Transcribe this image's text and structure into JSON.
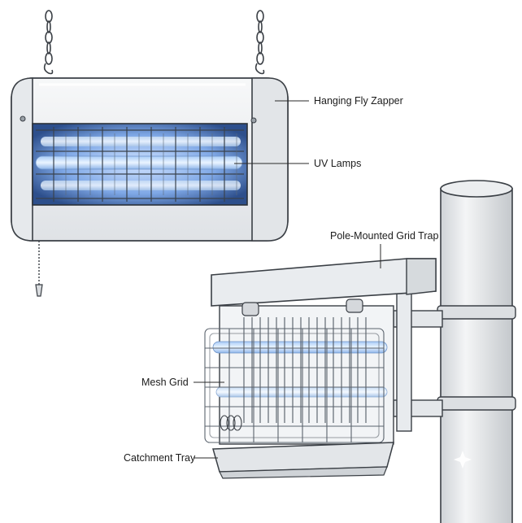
{
  "labels": {
    "hanging_zapper": "Hanging Fly Zapper",
    "uv_lamps": "UV Lamps",
    "pole_trap": "Pole-Mounted Grid Trap",
    "mesh_grid": "Mesh Grid",
    "catchment_tray": "Catchment Tray"
  },
  "colors": {
    "uv_glow": "#5b8fd6",
    "housing": "#eef0f2",
    "outline": "#3a3f45"
  }
}
